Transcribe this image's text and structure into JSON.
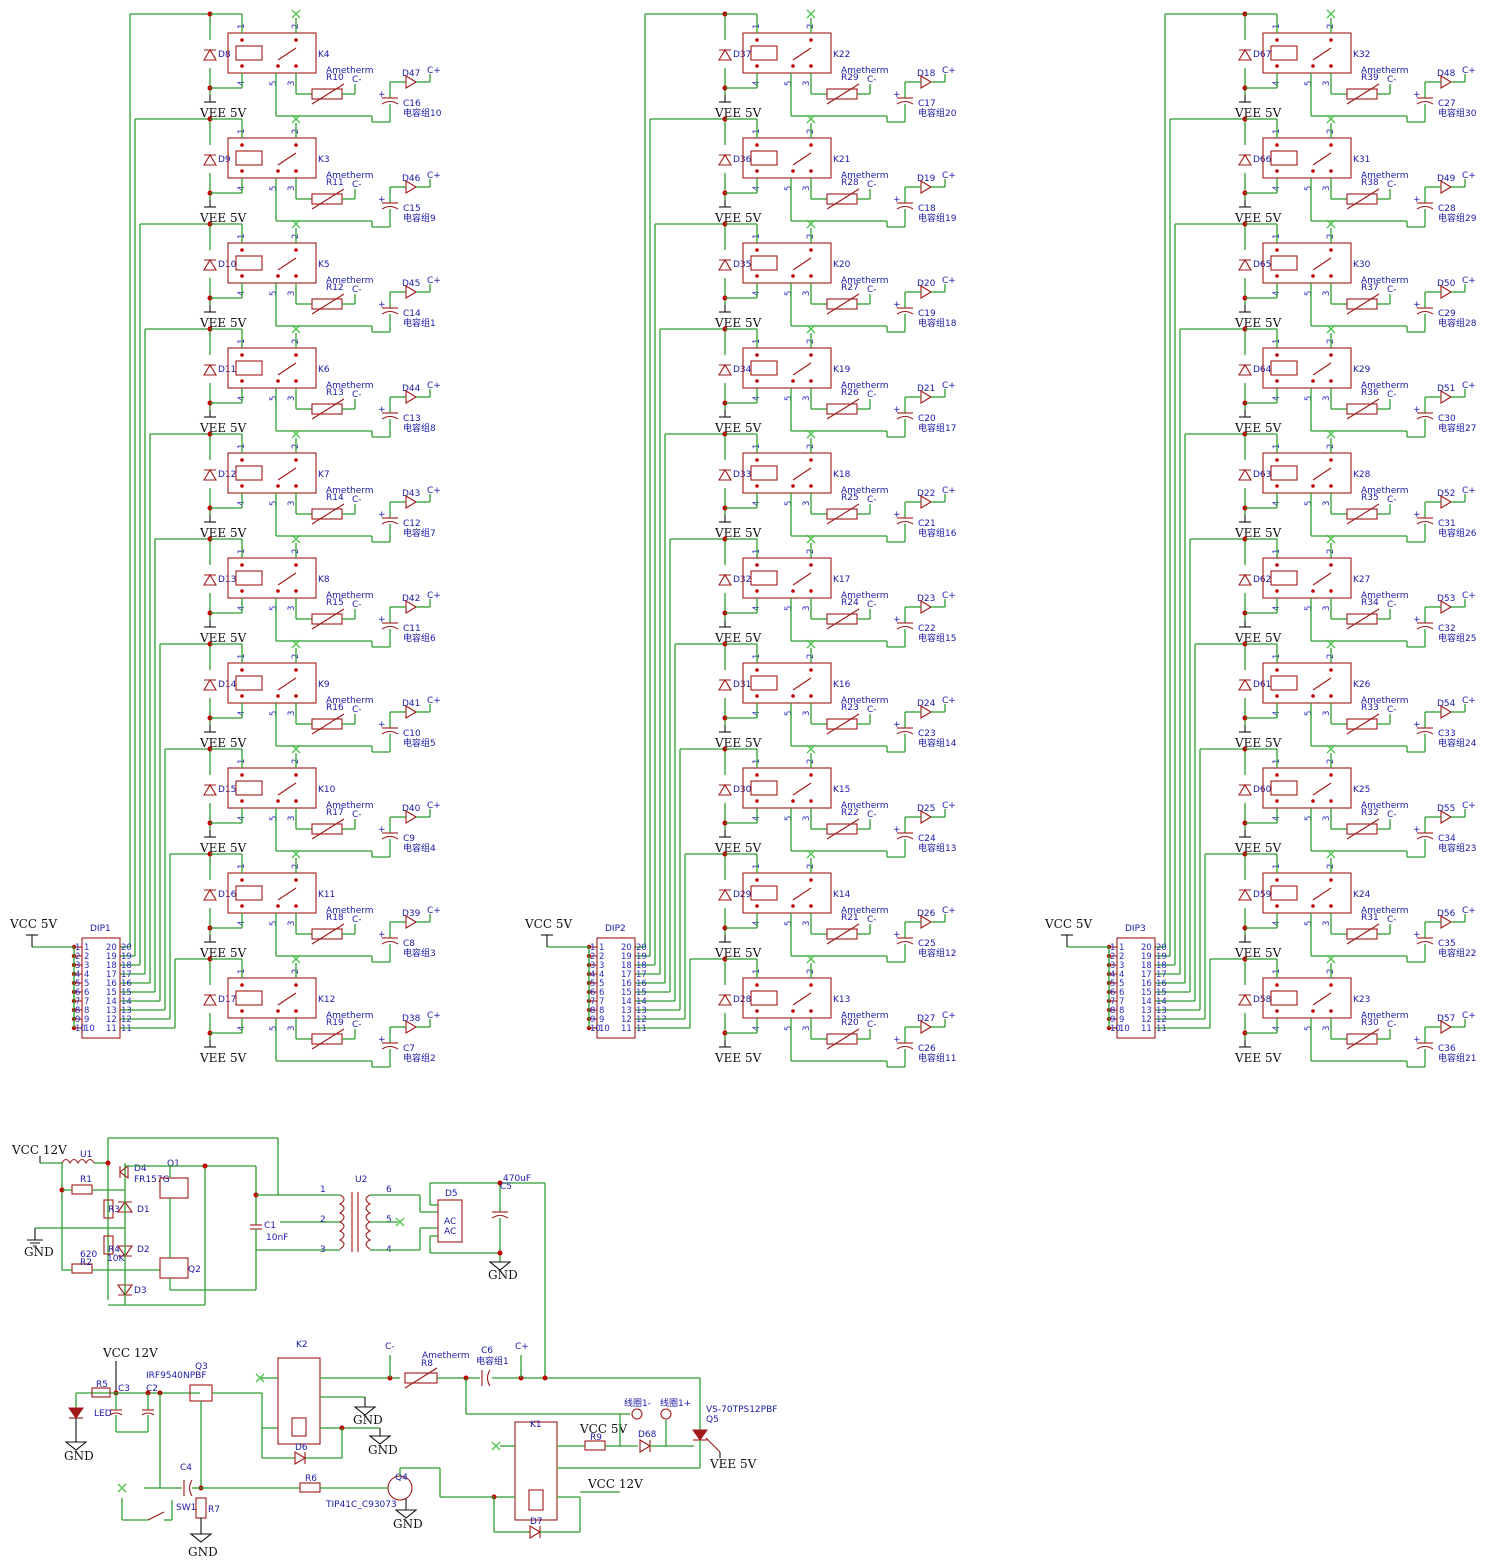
{
  "colors": {
    "wire": "#2e9e2e",
    "component": "#a01818",
    "label": "#1a1aa8",
    "power": "#111111",
    "junction": "#c00000"
  },
  "power_labels": {
    "vcc5": "VCC 5V",
    "vee5": "VEE 5V",
    "vcc12": "VCC 12V",
    "gnd": "GND",
    "cplus": "C+",
    "cminus": "C-"
  },
  "thermistor_label": "Ametherm",
  "columns": [
    {
      "dip": "DIP1",
      "modules": [
        {
          "d": "D8",
          "k": "K4",
          "r": "R10",
          "led": "D47",
          "c": "C16",
          "grp": "电容组10"
        },
        {
          "d": "D9",
          "k": "K3",
          "r": "R11",
          "led": "D46",
          "c": "C15",
          "grp": "电容组9"
        },
        {
          "d": "D10",
          "k": "K5",
          "r": "R12",
          "led": "D45",
          "c": "C14",
          "grp": "电容组1"
        },
        {
          "d": "D11",
          "k": "K6",
          "r": "R13",
          "led": "D44",
          "c": "C13",
          "grp": "电容组8"
        },
        {
          "d": "D12",
          "k": "K7",
          "r": "R14",
          "led": "D43",
          "c": "C12",
          "grp": "电容组7"
        },
        {
          "d": "D13",
          "k": "K8",
          "r": "R15",
          "led": "D42",
          "c": "C11",
          "grp": "电容组6"
        },
        {
          "d": "D14",
          "k": "K9",
          "r": "R16",
          "led": "D41",
          "c": "C10",
          "grp": "电容组5"
        },
        {
          "d": "D15",
          "k": "K10",
          "r": "R17",
          "led": "D40",
          "c": "C9",
          "grp": "电容组4"
        },
        {
          "d": "D16",
          "k": "K11",
          "r": "R18",
          "led": "D39",
          "c": "C8",
          "grp": "电容组3"
        },
        {
          "d": "D17",
          "k": "K12",
          "r": "R19",
          "led": "D38",
          "c": "C7",
          "grp": "电容组2"
        }
      ]
    },
    {
      "dip": "DIP2",
      "modules": [
        {
          "d": "D37",
          "k": "K22",
          "r": "R29",
          "led": "D18",
          "c": "C17",
          "grp": "电容组20"
        },
        {
          "d": "D36",
          "k": "K21",
          "r": "R28",
          "led": "D19",
          "c": "C18",
          "grp": "电容组19"
        },
        {
          "d": "D35",
          "k": "K20",
          "r": "R27",
          "led": "D20",
          "c": "C19",
          "grp": "电容组18"
        },
        {
          "d": "D34",
          "k": "K19",
          "r": "R26",
          "led": "D21",
          "c": "C20",
          "grp": "电容组17"
        },
        {
          "d": "D33",
          "k": "K18",
          "r": "R25",
          "led": "D22",
          "c": "C21",
          "grp": "电容组16"
        },
        {
          "d": "D32",
          "k": "K17",
          "r": "R24",
          "led": "D23",
          "c": "C22",
          "grp": "电容组15"
        },
        {
          "d": "D31",
          "k": "K16",
          "r": "R23",
          "led": "D24",
          "c": "C23",
          "grp": "电容组14"
        },
        {
          "d": "D30",
          "k": "K15",
          "r": "R22",
          "led": "D25",
          "c": "C24",
          "grp": "电容组13"
        },
        {
          "d": "D29",
          "k": "K14",
          "r": "R21",
          "led": "D26",
          "c": "C25",
          "grp": "电容组12"
        },
        {
          "d": "D28",
          "k": "K13",
          "r": "R20",
          "led": "D27",
          "c": "C26",
          "grp": "电容组11"
        }
      ]
    },
    {
      "dip": "DIP3",
      "modules": [
        {
          "d": "D67",
          "k": "K32",
          "r": "R39",
          "led": "D48",
          "c": "C27",
          "grp": "电容组30"
        },
        {
          "d": "D66",
          "k": "K31",
          "r": "R38",
          "led": "D49",
          "c": "C28",
          "grp": "电容组29"
        },
        {
          "d": "D65",
          "k": "K30",
          "r": "R37",
          "led": "D50",
          "c": "C29",
          "grp": "电容组28"
        },
        {
          "d": "D64",
          "k": "K29",
          "r": "R36",
          "led": "D51",
          "c": "C30",
          "grp": "电容组27"
        },
        {
          "d": "D63",
          "k": "K28",
          "r": "R35",
          "led": "D52",
          "c": "C31",
          "grp": "电容组26"
        },
        {
          "d": "D62",
          "k": "K27",
          "r": "R34",
          "led": "D53",
          "c": "C32",
          "grp": "电容组25"
        },
        {
          "d": "D61",
          "k": "K26",
          "r": "R33",
          "led": "D54",
          "c": "C33",
          "grp": "电容组24"
        },
        {
          "d": "D60",
          "k": "K25",
          "r": "R32",
          "led": "D55",
          "c": "C34",
          "grp": "电容组23"
        },
        {
          "d": "D59",
          "k": "K24",
          "r": "R31",
          "led": "D56",
          "c": "C35",
          "grp": "电容组22"
        },
        {
          "d": "D58",
          "k": "K23",
          "r": "R30",
          "led": "D57",
          "c": "C36",
          "grp": "电容组21"
        }
      ]
    }
  ],
  "inverter": {
    "u1": "U1",
    "u2": "U2",
    "d4": "D4",
    "q1": "Q1",
    "fr": "FR157G",
    "r1": "R1",
    "r3": "R3",
    "d1": "D1",
    "r4": "R4",
    "r4v": "10K",
    "r2v": "620",
    "r2": "R2",
    "d2": "D2",
    "q2": "Q2",
    "d3": "D3",
    "c1": "C1",
    "c1v": "10nF",
    "d5": "D5",
    "ac": "AC",
    "c5": "C5",
    "c5v": "470uF",
    "t1": "1",
    "t2": "2",
    "t3": "3",
    "t6": "6",
    "t5": "5",
    "t4": "4"
  },
  "control": {
    "k2": "K2",
    "r8": "R8",
    "c6": "C6",
    "c6grp": "电容组1",
    "r5": "R5",
    "c3": "C3",
    "c2": "C2",
    "q3": "Q3",
    "q3p": "IRF9540NPBF",
    "led": "LED",
    "d6": "D6",
    "k1": "K1",
    "r9": "R9",
    "d68": "D68",
    "coilm": "线圈1-",
    "coilp": "线圈1+",
    "q5p": "VS-70TPS12PBF",
    "q5": "Q5",
    "c4": "C4",
    "sw1": "SW1",
    "r7": "R7",
    "r6": "R6",
    "q4": "Q4",
    "q4p": "TIP41C_C93073",
    "d7": "D7"
  }
}
